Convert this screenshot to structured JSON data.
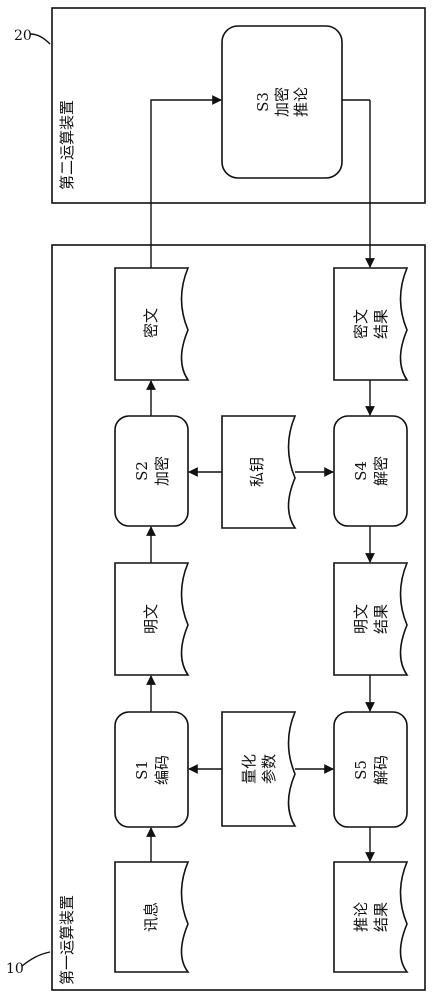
{
  "devices": {
    "second": {
      "ref": "20",
      "title": "第二运算装置"
    },
    "first": {
      "ref": "10",
      "title": "第一运算装置"
    }
  },
  "steps": {
    "s1": {
      "id": "S1",
      "label": "编码"
    },
    "s2": {
      "id": "S2",
      "label": "加密"
    },
    "s3": {
      "id": "S3",
      "label": "加密",
      "label2": "推论"
    },
    "s4": {
      "id": "S4",
      "label": "解密"
    },
    "s5": {
      "id": "S5",
      "label": "解码"
    }
  },
  "docs": {
    "message": "讯息",
    "plaintext": "明文",
    "ciphertext": "密文",
    "private_key": "私钥",
    "quant_params": {
      "line1": "量化",
      "line2": "参数"
    },
    "cipher_result": {
      "line1": "密文",
      "line2": "结果"
    },
    "plain_result": {
      "line1": "明文",
      "line2": "结果"
    },
    "infer_result": {
      "line1": "推论",
      "line2": "结果"
    }
  }
}
